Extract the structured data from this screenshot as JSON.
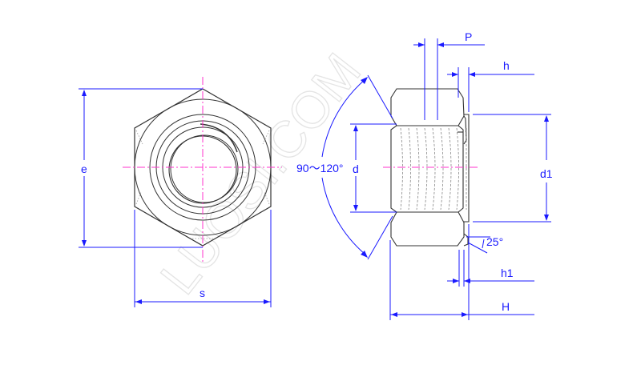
{
  "watermark": "LUOSI.COM",
  "colors": {
    "outline": "#333333",
    "dimension": "#1a1aff",
    "centerline": "#ff33cc",
    "watermark": "#e4e4e4",
    "hidden": "#888888"
  },
  "front_view": {
    "labels": {
      "across_corners": "e",
      "across_flats": "s"
    }
  },
  "side_view": {
    "labels": {
      "pitch": "P",
      "collar_height": "h",
      "chamfer_angle": "90～120°",
      "thread_diameter": "d",
      "collar_diameter": "d1",
      "collar_angle": "25°",
      "collar_offset": "h1",
      "total_height": "H"
    }
  }
}
